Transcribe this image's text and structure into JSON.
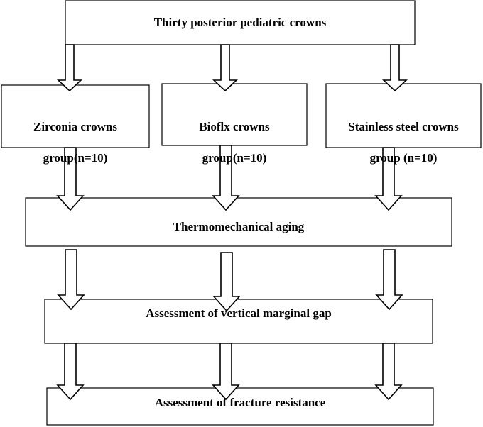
{
  "diagram": {
    "top": "Thirty  posterior pediatric crowns",
    "groups": [
      {
        "line1": "Zirconia crowns",
        "line2": "group(n=10)"
      },
      {
        "line1": "Bioflx crowns",
        "line2": "group(n=10)"
      },
      {
        "line1": "Stainless steel crowns",
        "line2": "group (n=10)"
      }
    ],
    "aging": "Thermomechanical aging",
    "gap": "Assessment of vertical marginal gap",
    "fracture": "Assessment of fracture resistance"
  }
}
